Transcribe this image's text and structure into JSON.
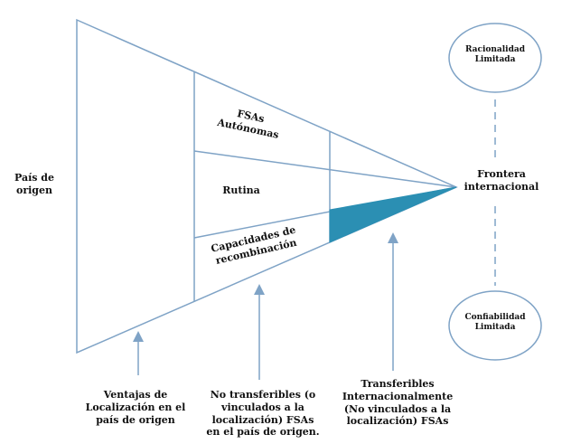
{
  "colors": {
    "stroke": "#7fa3c6",
    "fill_triangle": "#2b8fb3",
    "text": "#111111"
  },
  "labels": {
    "pais_origen": "País de origen",
    "frontera": "Frontera internacional",
    "racionalidad": "Racionalidad Limitada",
    "confiabilidad": "Confiabilidad Limitada",
    "fsas_autonomas": "FSAs Autónomas",
    "rutina": "Rutina",
    "capacidades": "Capacidades de recombinación",
    "ventajas": "Ventajas de Localización en el país de origen",
    "no_transferibles": "No transferibles (o vinculados a la localización) FSAs en el país de origen.",
    "transferibles": "Transferibles Internacionalmente (No vinculados a la localización) FSAs"
  }
}
